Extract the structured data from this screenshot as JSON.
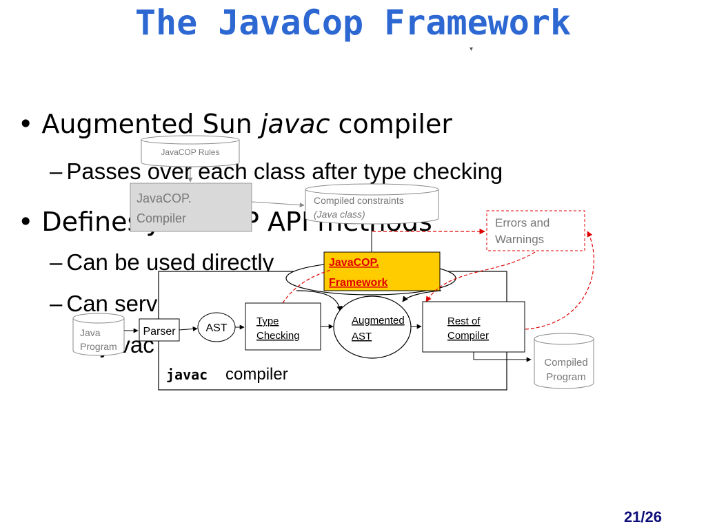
{
  "slide": {
    "title": "The JavaCop Framework",
    "tick_mark": "▾",
    "page_number": "21/26"
  },
  "bullets": {
    "b1": {
      "bullet": "•",
      "pre": "Augmented Sun ",
      "em": "javac",
      "post": " compiler"
    },
    "b1_1": {
      "dash": "–",
      "text": "Passes over each class after type checking"
    },
    "b2": {
      "bullet": "•",
      "text": "Defines JavaCOP API methods"
    },
    "b2_1": {
      "dash": "–",
      "text": "Can be used directly"
    },
    "b2_2": {
      "dash": "–",
      "text": "Can serve as a basis for other systems"
    },
    "b2_2_cont": {
      "text": "... javac"
    }
  },
  "diagram": {
    "rules_label": "JavaCOP Rules",
    "compiler_label_1": "JavaCOP.",
    "compiler_label_2": "Compiler",
    "constraints_label_1": "Compiled constraints",
    "constraints_label_2": "(Java class)",
    "errors_label_1": "Errors and",
    "errors_label_2": "Warnings",
    "framework_label_1": "JavaCOP.",
    "framework_label_2": "Framework",
    "java_program_1": "Java",
    "java_program_2": "Program",
    "parser_label": "Parser",
    "ast_label": "AST",
    "type_checking_1": "Type",
    "type_checking_2": "Checking",
    "augmented_1": "Augmented",
    "augmented_2": "AST",
    "rest_1": "Rest of",
    "rest_2": "Compiler",
    "compiled_program_1": "Compiled",
    "compiled_program_2": "Program",
    "javac_code": "javac",
    "javac_text": " compiler",
    "colors": {
      "title": "#2d67d2",
      "framework_fill": "#ffcc00",
      "framework_text": "#e00000",
      "dashed_red": "#e00000",
      "compiler_box_fill": "#d9d9d9",
      "gray_text": "#777777"
    }
  }
}
